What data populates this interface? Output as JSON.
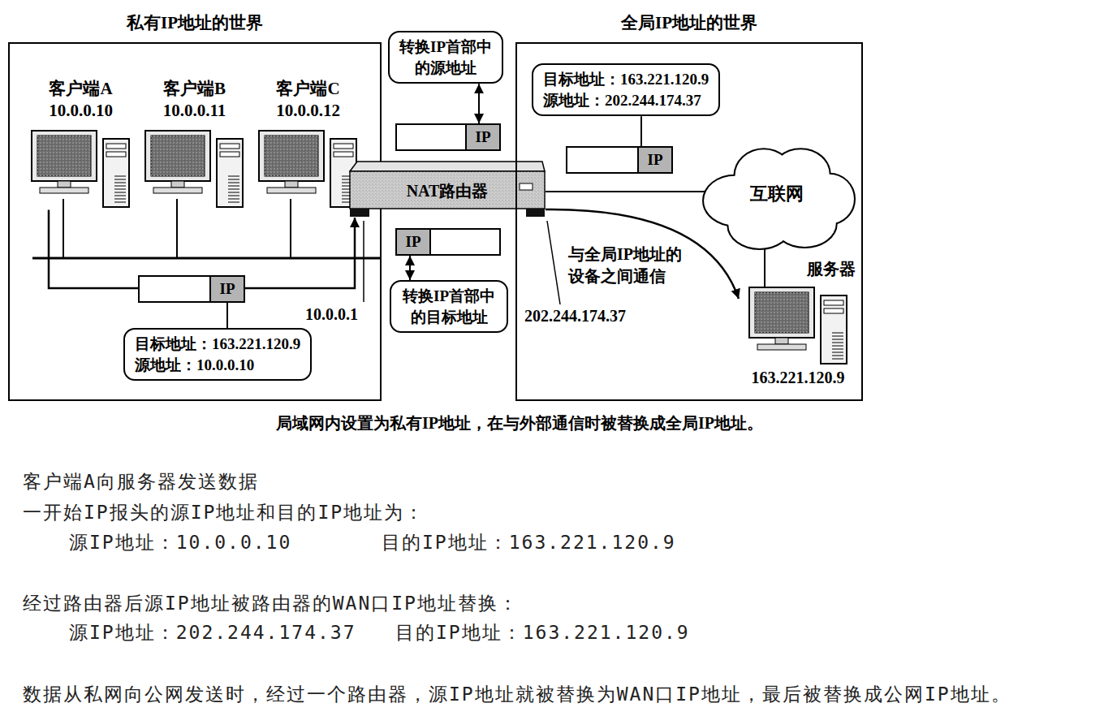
{
  "diagram": {
    "caption": "局域网内设置为私有IP地址，在与外部通信时被替换成全局IP地址。",
    "nodes": [
      {
        "text": [
          "私有IP地址的世界"
        ]
      },
      {
        "text": [
          "客户端A",
          "10.0.0.10"
        ],
        "in": 0
      },
      {
        "text": [
          "客户端B",
          "10.0.0.11"
        ],
        "in": 0
      },
      {
        "text": [
          "客户端C",
          "10.0.0.12"
        ],
        "in": 0
      },
      {
        "text": [
          "IP"
        ],
        "in": 0
      },
      {
        "text": [
          "目标地址：163.221.120.9",
          "源地址：10.0.0.10"
        ],
        "in": 0
      },
      {
        "text": [
          "转换IP首部中的源地址"
        ]
      },
      {
        "text": [
          "IP"
        ]
      },
      {
        "text": [
          "NAT路由器"
        ]
      },
      {
        "text": [
          "IP"
        ]
      },
      {
        "text": [
          "转换IP首部中的目标地址"
        ]
      },
      {
        "text": [
          "全局IP地址的世界"
        ]
      },
      {
        "text": [
          "目标地址：163.221.120.9",
          "源地址：202.244.174.37"
        ],
        "in": 11
      },
      {
        "text": [
          "IP"
        ],
        "in": 11
      },
      {
        "text": [
          "互联网"
        ],
        "in": 11
      },
      {
        "text": [
          "服务器",
          "163.221.120.9"
        ],
        "in": 11
      }
    ],
    "edges": [
      {
        "from": 1,
        "to": 8,
        "arrow": "to"
      },
      {
        "from": 5,
        "to": 4,
        "arrow": "none"
      },
      {
        "from": 6,
        "to": 7,
        "arrow": "both"
      },
      {
        "from": 9,
        "to": 10,
        "arrow": "both"
      },
      {
        "from": 12,
        "to": 13,
        "arrow": "none"
      },
      {
        "from": 8,
        "to": 14,
        "arrow": "none"
      },
      {
        "from": 14,
        "to": 15,
        "arrow": "none"
      },
      {
        "from": 8,
        "to": 15,
        "arrow": "to"
      }
    ],
    "labels": [
      "10.0.0.1",
      "202.244.174.37",
      "与全局IP地址的设备之间通信",
      "客户端A向服务器发送数据",
      "一开始IP报头的源IP地址和目的IP地址为：",
      "源IP地址：10.0.0.10",
      "目的IP地址：163.221.120.9",
      "经过路由器后源IP地址被路由器的WAN口IP地址替换：",
      "源IP地址：202.244.174.37",
      "目的IP地址：163.221.120.9",
      "数据从私网向公网发送时，经过一个路由器，源IP地址就被替换为WAN口IP地址，最后被替换成公网IP地址。"
    ]
  }
}
